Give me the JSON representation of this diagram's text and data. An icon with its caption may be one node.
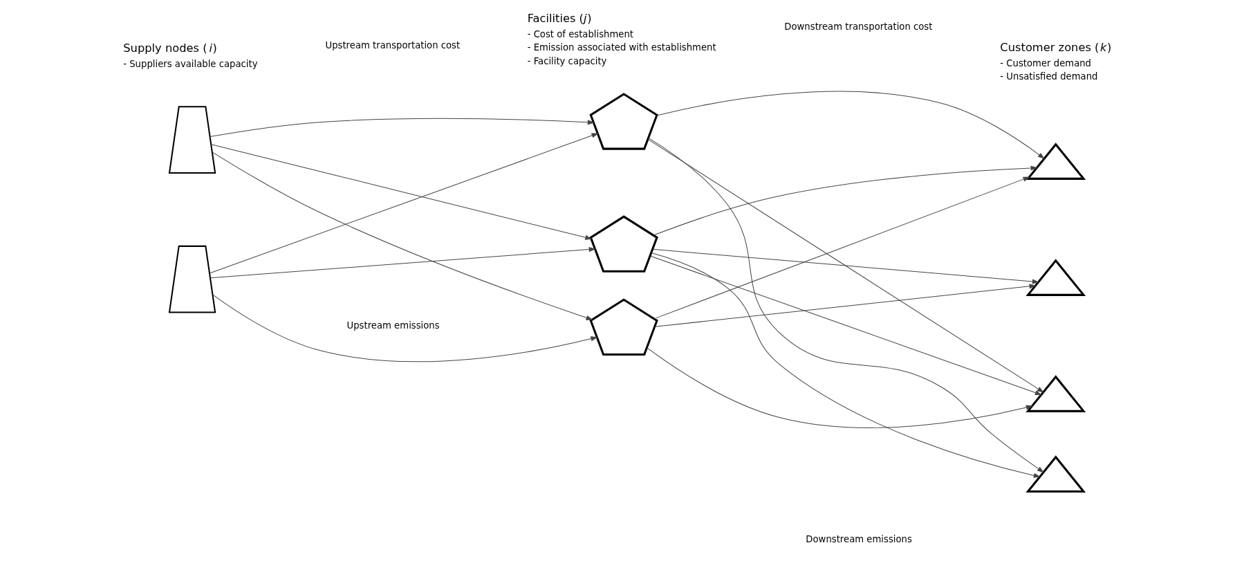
{
  "diagram": {
    "nodes": [
      {
        "text": [],
        "shape": "trapezoid"
      },
      {
        "text": [],
        "shape": "trapezoid"
      },
      {
        "text": [],
        "shape": "pentagon"
      },
      {
        "text": [],
        "shape": "pentagon"
      },
      {
        "text": [],
        "shape": "pentagon"
      },
      {
        "text": [],
        "shape": "triangle"
      },
      {
        "text": [],
        "shape": "triangle"
      },
      {
        "text": [],
        "shape": "triangle"
      },
      {
        "text": [],
        "shape": "triangle"
      }
    ],
    "edges": [
      {
        "from": 0,
        "to": 2,
        "arrow": "to"
      },
      {
        "from": 0,
        "to": 3,
        "arrow": "to"
      },
      {
        "from": 0,
        "to": 4,
        "arrow": "to"
      },
      {
        "from": 1,
        "to": 2,
        "arrow": "to"
      },
      {
        "from": 1,
        "to": 3,
        "arrow": "to"
      },
      {
        "from": 1,
        "to": 4,
        "arrow": "to"
      },
      {
        "from": 2,
        "to": 5,
        "arrow": "to"
      },
      {
        "from": 2,
        "to": 7,
        "arrow": "to"
      },
      {
        "from": 2,
        "to": 8,
        "arrow": "to"
      },
      {
        "from": 3,
        "to": 6,
        "arrow": "to"
      },
      {
        "from": 3,
        "to": 7,
        "arrow": "to"
      },
      {
        "from": 3,
        "to": 8,
        "arrow": "to"
      },
      {
        "from": 3,
        "to": 5,
        "arrow": "to"
      },
      {
        "from": 4,
        "to": 5,
        "arrow": "to"
      },
      {
        "from": 4,
        "to": 6,
        "arrow": "to"
      },
      {
        "from": 4,
        "to": 7,
        "arrow": "to"
      }
    ],
    "labels": [
      "Supply nodes (*i*)",
      "- Suppliers available capacity",
      "Facilities (*j*)",
      "- Cost of establishment",
      "- Emission associated with establishment",
      "- Facility capacity",
      "Customer zones (*k*)",
      "- Customer demand",
      "- Unsatisfied demand",
      "Upstream transportation cost",
      "Downstream transportation cost",
      "Upstream emissions",
      "Downstream emissions"
    ]
  }
}
